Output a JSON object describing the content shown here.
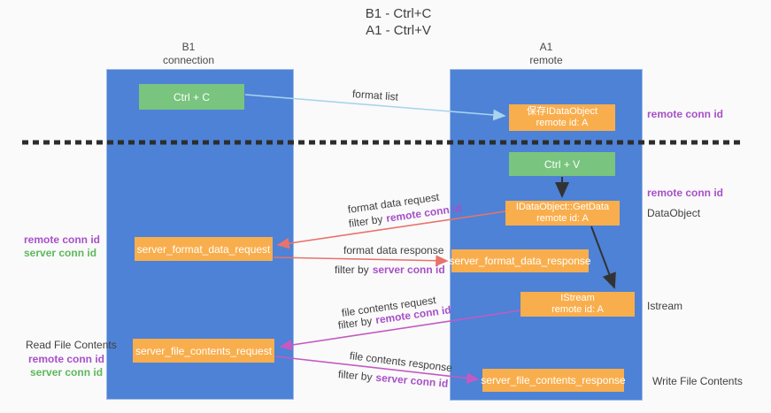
{
  "title": {
    "line1": "B1 - Ctrl+C",
    "line2": "A1 - Ctrl+V"
  },
  "columns": {
    "left": {
      "header_line1": "B1",
      "header_line2": "connection"
    },
    "right": {
      "header_line1": "A1",
      "header_line2": "remote"
    }
  },
  "nodes": {
    "ctrl_c": "Ctrl + C",
    "ctrl_v": "Ctrl + V",
    "store_idataobject": {
      "line1": "保存IDataObject",
      "line2": "remote id: A"
    },
    "getdata": {
      "line1": "IDataObject::GetData",
      "line2": "remote id: A"
    },
    "istream": {
      "line1": "IStream",
      "line2": "remote id: A"
    },
    "format_request": "server_format_data_request",
    "format_response": "server_format_data_response",
    "file_request": "server_file_contents_request",
    "file_response": "server_file_contents_response"
  },
  "side_labels": {
    "remote_conn_id": "remote conn id",
    "server_conn_id": "server conn id",
    "dataobject": "DataObject",
    "istream": "Istream",
    "read_file_contents": "Read File Contents",
    "write_file_contents": "Write File Contents"
  },
  "arrow_labels": {
    "format_list": "format list",
    "format_data_request": "format data request",
    "format_data_response": "format data response",
    "file_contents_request": "file contents request",
    "file_contents_response": "file contents response",
    "filter_by": "filter by"
  },
  "colors": {
    "lifeline_blue": "#4d82d6",
    "box_green": "#79c47e",
    "box_orange": "#f9ae4d",
    "arrow_light_blue": "#a9d3ee",
    "arrow_salmon": "#e8736b",
    "arrow_magenta": "#c35ac3",
    "arrow_black": "#333333",
    "label_purple": "#a750c8",
    "label_green": "#5cb85c",
    "dashed_line": "#2d2d2d"
  }
}
